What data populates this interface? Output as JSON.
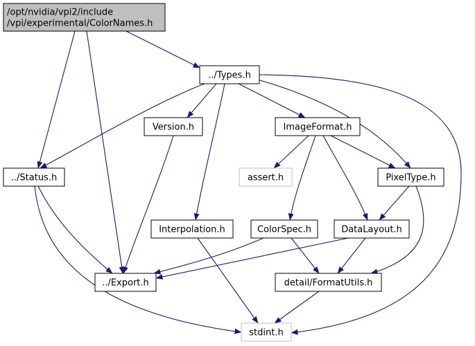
{
  "graph": {
    "edge_color": "#191970",
    "nodes": {
      "colornames": {
        "lines": [
          "/opt/nvidia/vpi2/include",
          "/vpi/experimental/ColorNames.h"
        ],
        "fill": "#bfbfbf",
        "border": "#000000",
        "text_color": "#000000"
      },
      "types": {
        "lines": [
          "../Types.h"
        ],
        "fill": "#ffffff",
        "border": "#000000",
        "text_color": "#000000"
      },
      "version": {
        "lines": [
          "Version.h"
        ],
        "fill": "#ffffff",
        "border": "#000000",
        "text_color": "#000000"
      },
      "imageformat": {
        "lines": [
          "ImageFormat.h"
        ],
        "fill": "#ffffff",
        "border": "#000000",
        "text_color": "#000000"
      },
      "status": {
        "lines": [
          "../Status.h"
        ],
        "fill": "#ffffff",
        "border": "#000000",
        "text_color": "#000000"
      },
      "assert": {
        "lines": [
          "assert.h"
        ],
        "fill": "#ffffff",
        "border": "#bfbfbf",
        "text_color": "#999999"
      },
      "pixeltype": {
        "lines": [
          "PixelType.h"
        ],
        "fill": "#ffffff",
        "border": "#000000",
        "text_color": "#000000"
      },
      "interpolation": {
        "lines": [
          "Interpolation.h"
        ],
        "fill": "#ffffff",
        "border": "#000000",
        "text_color": "#000000"
      },
      "colorspec": {
        "lines": [
          "ColorSpec.h"
        ],
        "fill": "#ffffff",
        "border": "#000000",
        "text_color": "#000000"
      },
      "datalayout": {
        "lines": [
          "DataLayout.h"
        ],
        "fill": "#ffffff",
        "border": "#000000",
        "text_color": "#000000"
      },
      "export": {
        "lines": [
          "../Export.h"
        ],
        "fill": "#ffffff",
        "border": "#000000",
        "text_color": "#000000"
      },
      "formatutils": {
        "lines": [
          "detail/FormatUtils.h"
        ],
        "fill": "#ffffff",
        "border": "#000000",
        "text_color": "#000000"
      },
      "stdint": {
        "lines": [
          "stdint.h"
        ],
        "fill": "#ffffff",
        "border": "#bfbfbf",
        "text_color": "#999999"
      }
    },
    "edges": [
      [
        "colornames",
        "types"
      ],
      [
        "colornames",
        "status"
      ],
      [
        "colornames",
        "export"
      ],
      [
        "types",
        "version"
      ],
      [
        "types",
        "imageformat"
      ],
      [
        "types",
        "status"
      ],
      [
        "types",
        "pixeltype"
      ],
      [
        "types",
        "interpolation"
      ],
      [
        "types",
        "stdint"
      ],
      [
        "version",
        "export"
      ],
      [
        "imageformat",
        "assert"
      ],
      [
        "imageformat",
        "pixeltype"
      ],
      [
        "imageformat",
        "colorspec"
      ],
      [
        "imageformat",
        "datalayout"
      ],
      [
        "status",
        "export"
      ],
      [
        "status",
        "stdint"
      ],
      [
        "pixeltype",
        "datalayout"
      ],
      [
        "pixeltype",
        "formatutils"
      ],
      [
        "interpolation",
        "stdint"
      ],
      [
        "colorspec",
        "export"
      ],
      [
        "colorspec",
        "formatutils"
      ],
      [
        "datalayout",
        "export"
      ],
      [
        "datalayout",
        "formatutils"
      ],
      [
        "formatutils",
        "stdint"
      ]
    ]
  }
}
